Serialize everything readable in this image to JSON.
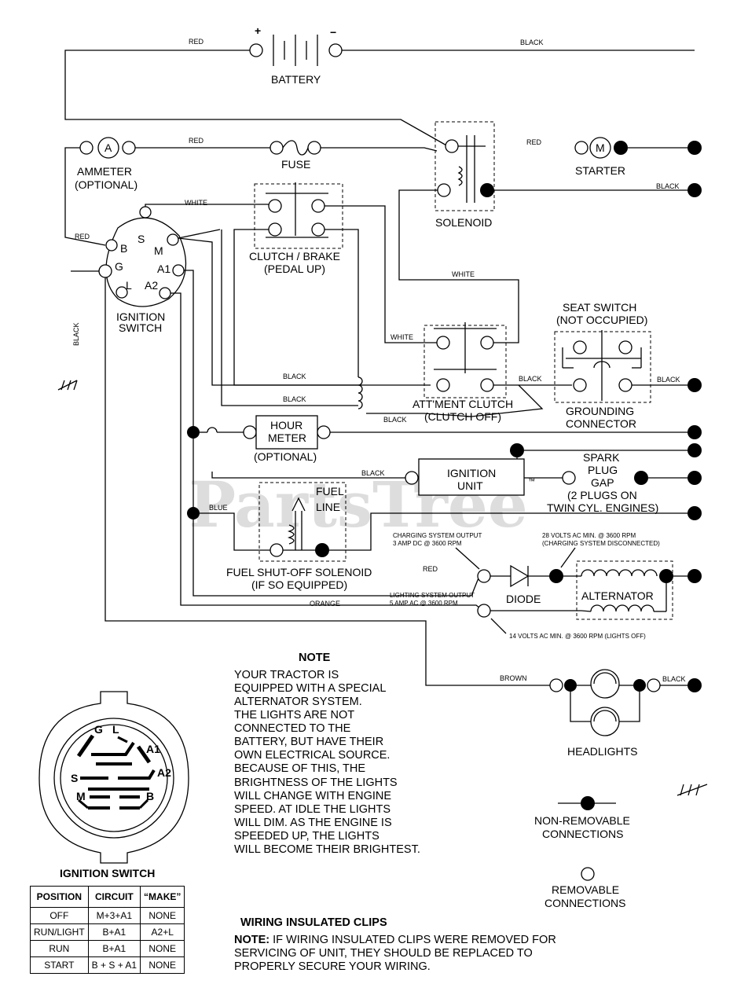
{
  "battery": {
    "label": "BATTERY",
    "plus": "+",
    "minus": "−"
  },
  "wire_colors": {
    "red": "RED",
    "black": "BLACK",
    "white": "WHITE",
    "blue": "BLUE",
    "orange": "ORANGE",
    "brown": "BROWN"
  },
  "components": {
    "ammeter": [
      "AMMETER",
      "(OPTIONAL)"
    ],
    "ammeter_symbol": "A",
    "fuse": "FUSE",
    "solenoid": "SOLENOID",
    "starter": "STARTER",
    "starter_symbol": "M",
    "ignition_switch": [
      "IGNITION",
      "SWITCH"
    ],
    "clutch_brake": [
      "CLUTCH / BRAKE",
      "(PEDAL UP)"
    ],
    "seat_switch": [
      "SEAT SWITCH",
      "(NOT OCCUPIED)"
    ],
    "attment_clutch": [
      "ATT'MENT CLUTCH",
      "(CLUTCH OFF)"
    ],
    "grounding_connector": [
      "GROUNDING",
      "CONNECTOR"
    ],
    "hour_meter": [
      "HOUR",
      "METER"
    ],
    "hour_meter_optional": "(OPTIONAL)",
    "ignition_unit": [
      "IGNITION",
      "UNIT"
    ],
    "spark_plug": [
      "SPARK",
      "PLUG",
      "GAP",
      "(2 PLUGS ON",
      "TWIN CYL. ENGINES)"
    ],
    "fuel_line": [
      "FUEL",
      "LINE"
    ],
    "fuel_solenoid": [
      "FUEL SHUT-OFF SOLENOID",
      "(IF SO EQUIPPED)"
    ],
    "diode": "DIODE",
    "alternator": "ALTERNATOR",
    "headlights": "HEADLIGHTS"
  },
  "terminals": {
    "s": "S",
    "b": "B",
    "m": "M",
    "g": "G",
    "l": "L",
    "a1": "A1",
    "a2": "A2"
  },
  "annotations": {
    "charging_output": [
      "CHARGING SYSTEM OUTPUT",
      "3 AMP DC @ 3600 RPM"
    ],
    "volts_28": [
      "28 VOLTS AC MIN. @ 3600 RPM",
      "(CHARGING SYSTEM DISCONNECTED)"
    ],
    "lighting_output": [
      "LIGHTING SYSTEM OUTPUT",
      "5 AMP AC @ 3600 RPM"
    ],
    "volts_14": "14 VOLTS AC MIN. @ 3600 RPM (LIGHTS OFF)"
  },
  "note": {
    "title": "NOTE",
    "lines": [
      "YOUR TRACTOR IS",
      "EQUIPPED WITH A SPECIAL",
      "ALTERNATOR SYSTEM.",
      "THE LIGHTS ARE NOT",
      "CONNECTED TO THE",
      "BATTERY, BUT HAVE THEIR",
      "OWN ELECTRICAL SOURCE.",
      "BECAUSE OF THIS, THE",
      "BRIGHTNESS OF THE LIGHTS",
      "WILL CHANGE WITH ENGINE",
      "SPEED.  AT IDLE THE LIGHTS",
      "WILL DIM.  AS THE ENGINE IS",
      "SPEEDED UP, THE LIGHTS",
      "WILL BECOME THEIR BRIGHTEST."
    ]
  },
  "legend": {
    "non_removable": [
      "NON-REMOVABLE",
      "CONNECTIONS"
    ],
    "removable": [
      "REMOVABLE",
      "CONNECTIONS"
    ]
  },
  "switch_face": {
    "g": "G",
    "l": "L",
    "a1": "A1",
    "a2": "A2",
    "s": "S",
    "m": "M",
    "b": "B"
  },
  "ignition_table": {
    "title": "IGNITION SWITCH",
    "headers": [
      "POSITION",
      "CIRCUIT",
      "“MAKE”"
    ],
    "rows": [
      [
        "OFF",
        "M+3+A1",
        "NONE"
      ],
      [
        "RUN/LIGHT",
        "B+A1",
        "A2+L"
      ],
      [
        "RUN",
        "B+A1",
        "NONE"
      ],
      [
        "START",
        "B + S + A1",
        "NONE"
      ]
    ]
  },
  "clips": {
    "title": "WIRING INSULATED CLIPS",
    "note_label": "NOTE:",
    "note_lines": [
      " IF WIRING INSULATED CLIPS WERE REMOVED FOR",
      "SERVICING OF UNIT, THEY SHOULD BE REPLACED TO",
      "PROPERLY SECURE YOUR WIRING."
    ]
  },
  "watermark": {
    "text": "PartsTree",
    "tm": "™"
  }
}
